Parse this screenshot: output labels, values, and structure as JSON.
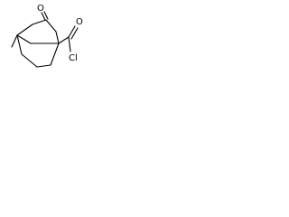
{
  "molecule": {
    "labels": {
      "oxygen_ketone": "O",
      "carbonyl_oxygen": "O",
      "chlorine": "Cl"
    }
  },
  "colors": {
    "bond": "#000000",
    "background": "#ffffff"
  }
}
